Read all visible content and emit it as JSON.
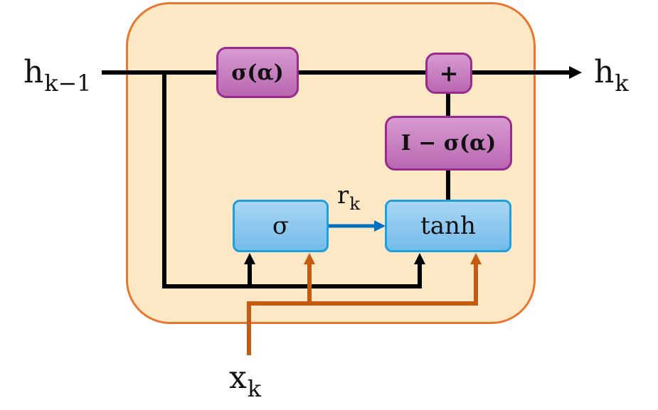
{
  "labels": {
    "h_prev": "h",
    "h_prev_sub": "k−1",
    "h_out": "h",
    "h_out_sub": "k",
    "x_in": "x",
    "x_in_sub": "k",
    "r": "r",
    "r_sub": "k"
  },
  "nodes": {
    "sigma_alpha": "σ(α)",
    "plus": "+",
    "one_minus_sigma_alpha": "I − σ(α)",
    "sigma_gate": "σ",
    "tanh": "tanh"
  },
  "colors": {
    "cell_fill": "#fde8c6",
    "cell_border": "#e7772f",
    "hidden_path": "#000000",
    "input_path": "#c55a11",
    "reset_path": "#0070c0",
    "purple_node": "#b967b0",
    "blue_node": "#73bbea"
  }
}
